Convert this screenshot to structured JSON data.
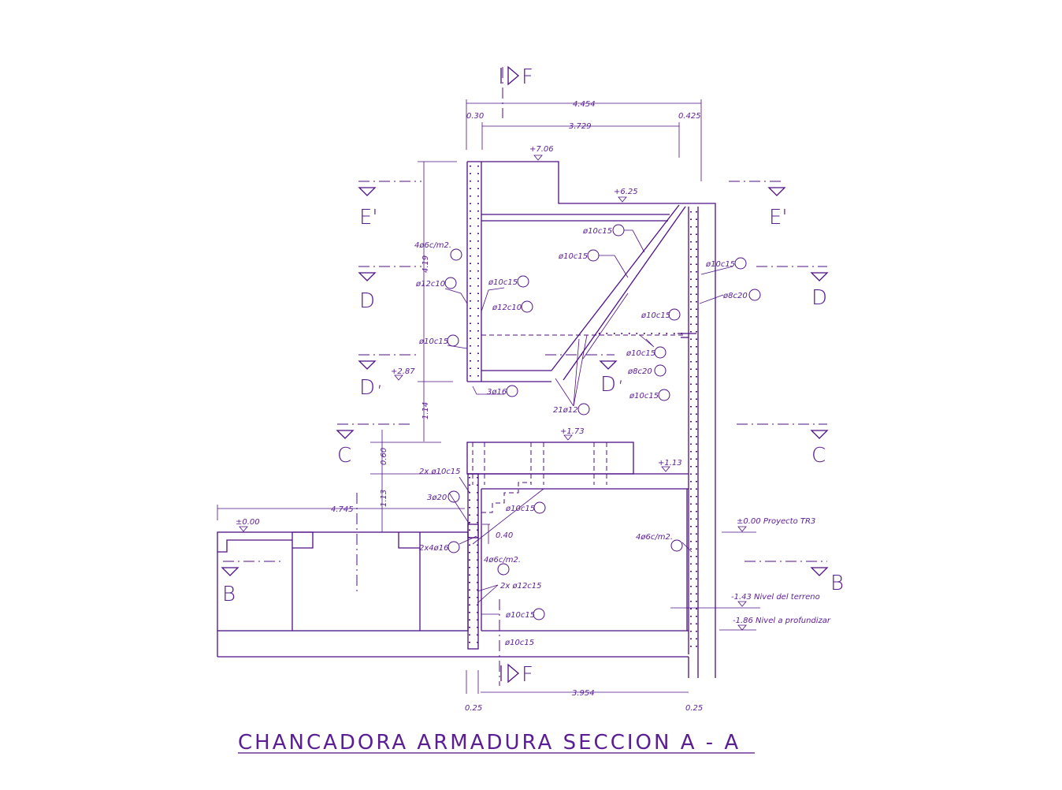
{
  "title": "CHANCADORA ARMADURA SECCION A - A",
  "color": "#4e0f86",
  "section_marks": {
    "F_top": "F",
    "F_bottom": "F",
    "E_left": "E'",
    "E_right": "E'",
    "D_left": "D",
    "D_right": "D",
    "Dp_left": "D",
    "Dp_mid": "D",
    "C_left": "C",
    "C_right": "C",
    "B_left": "B",
    "B_right": "B",
    "prime": ","
  },
  "dimensions": {
    "total_width": "4.454",
    "left_wall": "0.30",
    "inner_width": "3.729",
    "right_wall": "0.425",
    "height_upper": "4.19",
    "height_mid": "1.14",
    "height_060": "0.60",
    "height_113": "1.13",
    "left_extent": "4.745",
    "beam_040": "0.40",
    "bottom_width": "3.954",
    "bottom_left": "0.25",
    "bottom_right": "0.25"
  },
  "levels": {
    "l706": "+7.06",
    "l625": "+6.25",
    "l287": "+2.87",
    "l173": "+1.73",
    "l113": "+1.13",
    "l000": "±0.00",
    "l000_tr3": "±0.00 Proyecto TR3",
    "l143": "-1.43 Nivel del terreno",
    "l186": "-1.86 Nivel a profundizar"
  },
  "rebar": {
    "r1": "4ø6c/m2.",
    "r2": "ø12c10",
    "r3": "ø10c15",
    "r4": "ø10c15",
    "r5": "ø12c10",
    "r6": "ø10c15",
    "r7": "ø10c15",
    "r8": "ø10c15",
    "r9": "ø10c15",
    "r10": "ø8c20",
    "r11": "ø10c15",
    "r12": "ø10c15",
    "r13": "ø8c20",
    "r14": "ø10c15",
    "r15": "3ø16",
    "r16": "21ø12",
    "r17": "2x ø10c15",
    "r18": "3ø20",
    "r19": "ø10c15",
    "r20": "2x4ø16",
    "r21": "4ø6c/m2.",
    "r22": "2x ø12c15",
    "r23": "ø10c15",
    "r24": "4ø6c/m2."
  }
}
